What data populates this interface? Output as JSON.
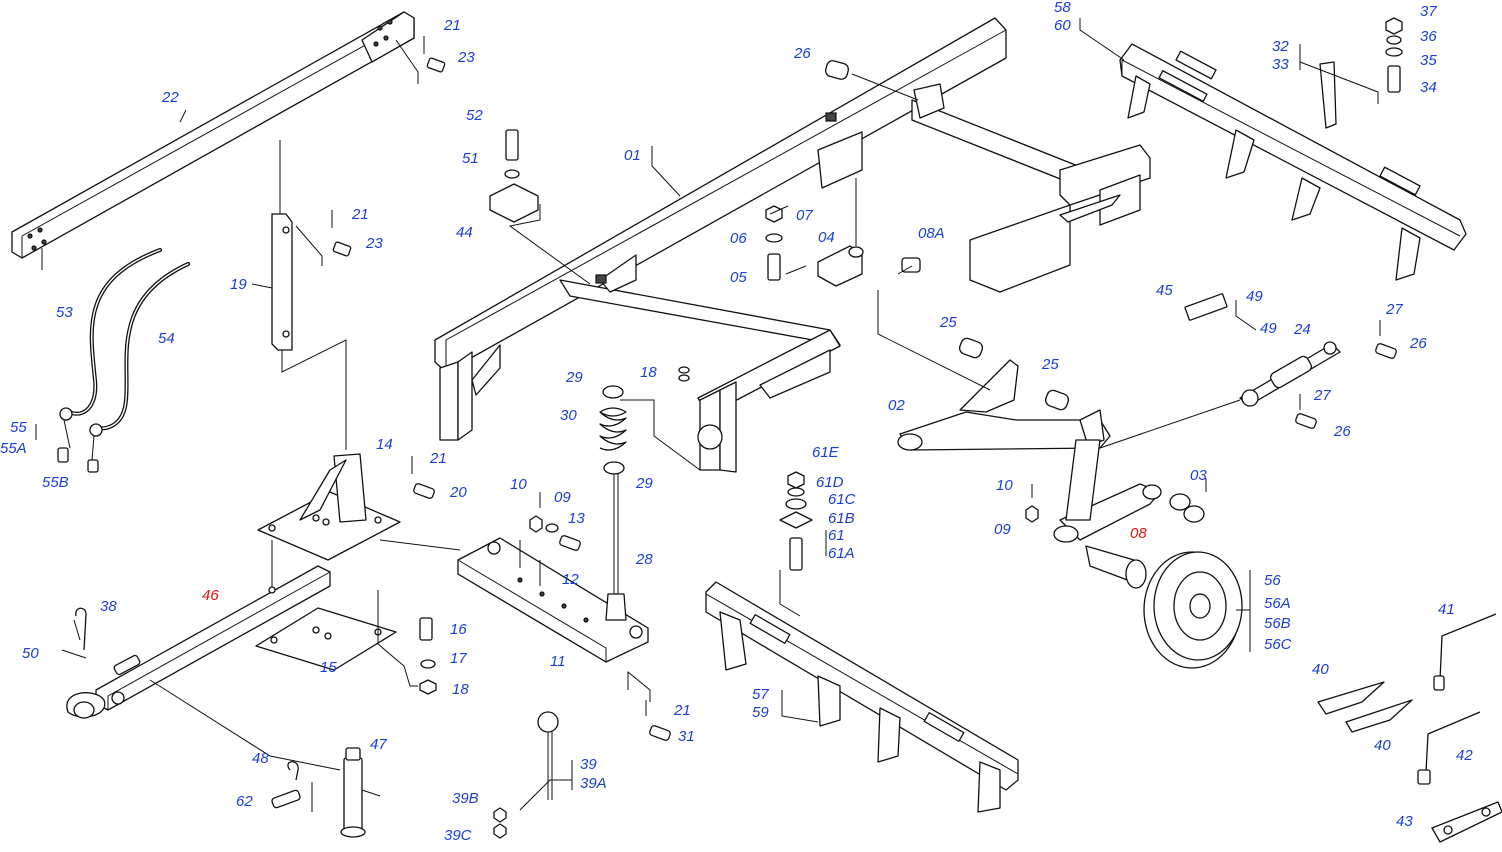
{
  "colors": {
    "label": "#1a3fd6",
    "label_highlight": "#e01414",
    "line": "#111111",
    "background": "#ffffff"
  },
  "labels": {
    "p01": "01",
    "p02": "02",
    "p03": "03",
    "p04": "04",
    "p05": "05",
    "p06": "06",
    "p07": "07",
    "p08": "08",
    "p08a": "08A",
    "p09a": "09",
    "p09b": "09",
    "p10a": "10",
    "p10b": "10",
    "p11": "11",
    "p12": "12",
    "p13": "13",
    "p14": "14",
    "p15": "15",
    "p16": "16",
    "p17": "17",
    "p18a": "18",
    "p18b": "18",
    "p19": "19",
    "p20": "20",
    "p21a": "21",
    "p21b": "21",
    "p21c": "21",
    "p21d": "21",
    "p22": "22",
    "p23a": "23",
    "p23b": "23",
    "p24": "24",
    "p25a": "25",
    "p25b": "25",
    "p26a": "26",
    "p26b": "26",
    "p26c": "26",
    "p27a": "27",
    "p27b": "27",
    "p28": "28",
    "p29a": "29",
    "p29b": "29",
    "p30": "30",
    "p31": "31",
    "p32": "32",
    "p33": "33",
    "p34": "34",
    "p35": "35",
    "p36": "36",
    "p37": "37",
    "p38": "38",
    "p39": "39",
    "p39a": "39A",
    "p39b": "39B",
    "p39c": "39C",
    "p40a": "40",
    "p40b": "40",
    "p41": "41",
    "p42": "42",
    "p43": "43",
    "p44": "44",
    "p45": "45",
    "p46": "46",
    "p47": "47",
    "p48": "48",
    "p49a": "49",
    "p49b": "49",
    "p50": "50",
    "p51": "51",
    "p52": "52",
    "p53": "53",
    "p54": "54",
    "p55": "55",
    "p55a": "55A",
    "p55b": "55B",
    "p56": "56",
    "p56a": "56A",
    "p56b": "56B",
    "p56c": "56C",
    "p57": "57",
    "p58": "58",
    "p59": "59",
    "p60": "60",
    "p61": "61",
    "p61a": "61A",
    "p61b": "61B",
    "p61c": "61C",
    "p61d": "61D",
    "p61e": "61E",
    "p62": "62"
  }
}
